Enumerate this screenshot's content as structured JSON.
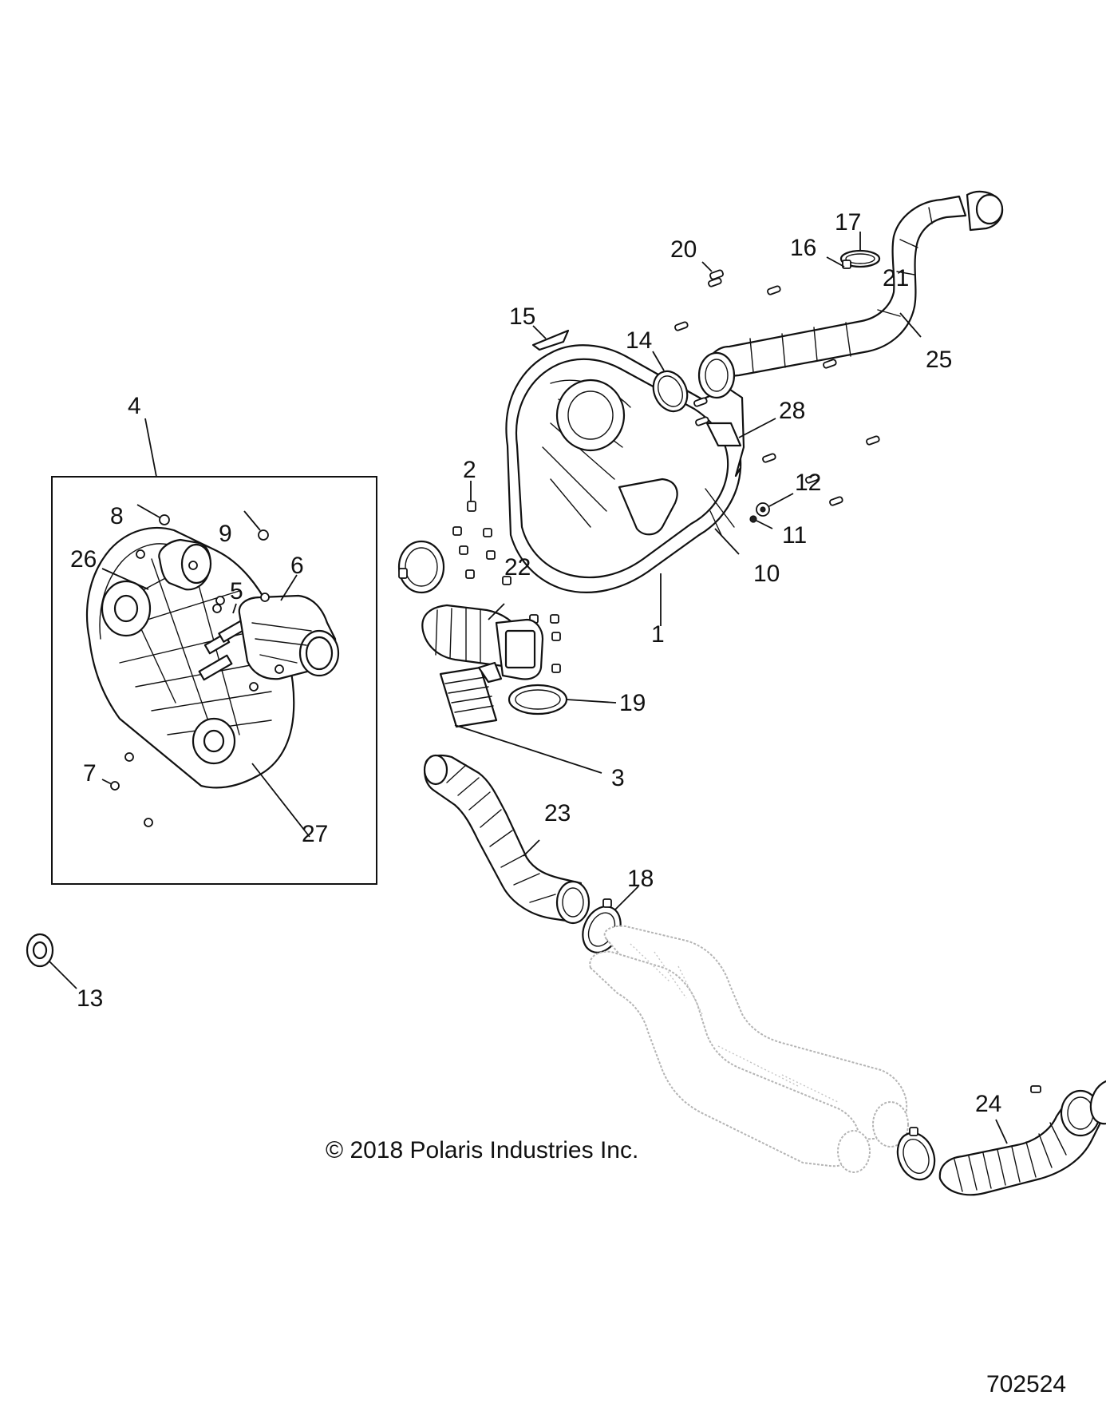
{
  "diagram": {
    "copyright": "© 2018 Polaris Industries Inc.",
    "diagram_id": "702524",
    "callouts": [
      {
        "id": "c1",
        "label": "1"
      },
      {
        "id": "c2",
        "label": "2"
      },
      {
        "id": "c3",
        "label": "3"
      },
      {
        "id": "c4",
        "label": "4"
      },
      {
        "id": "c5",
        "label": "5"
      },
      {
        "id": "c6",
        "label": "6"
      },
      {
        "id": "c7",
        "label": "7"
      },
      {
        "id": "c8",
        "label": "8"
      },
      {
        "id": "c9",
        "label": "9"
      },
      {
        "id": "c10",
        "label": "10"
      },
      {
        "id": "c11",
        "label": "11"
      },
      {
        "id": "c12",
        "label": "12"
      },
      {
        "id": "c13",
        "label": "13"
      },
      {
        "id": "c14",
        "label": "14"
      },
      {
        "id": "c15",
        "label": "15"
      },
      {
        "id": "c16",
        "label": "16"
      },
      {
        "id": "c17",
        "label": "17"
      },
      {
        "id": "c18",
        "label": "18"
      },
      {
        "id": "c19",
        "label": "19"
      },
      {
        "id": "c20",
        "label": "20"
      },
      {
        "id": "c21",
        "label": "21"
      },
      {
        "id": "c22",
        "label": "22"
      },
      {
        "id": "c23",
        "label": "23"
      },
      {
        "id": "c24",
        "label": "24"
      },
      {
        "id": "c25",
        "label": "25"
      },
      {
        "id": "c26",
        "label": "26"
      },
      {
        "id": "c27",
        "label": "27"
      },
      {
        "id": "c28",
        "label": "28"
      }
    ]
  }
}
